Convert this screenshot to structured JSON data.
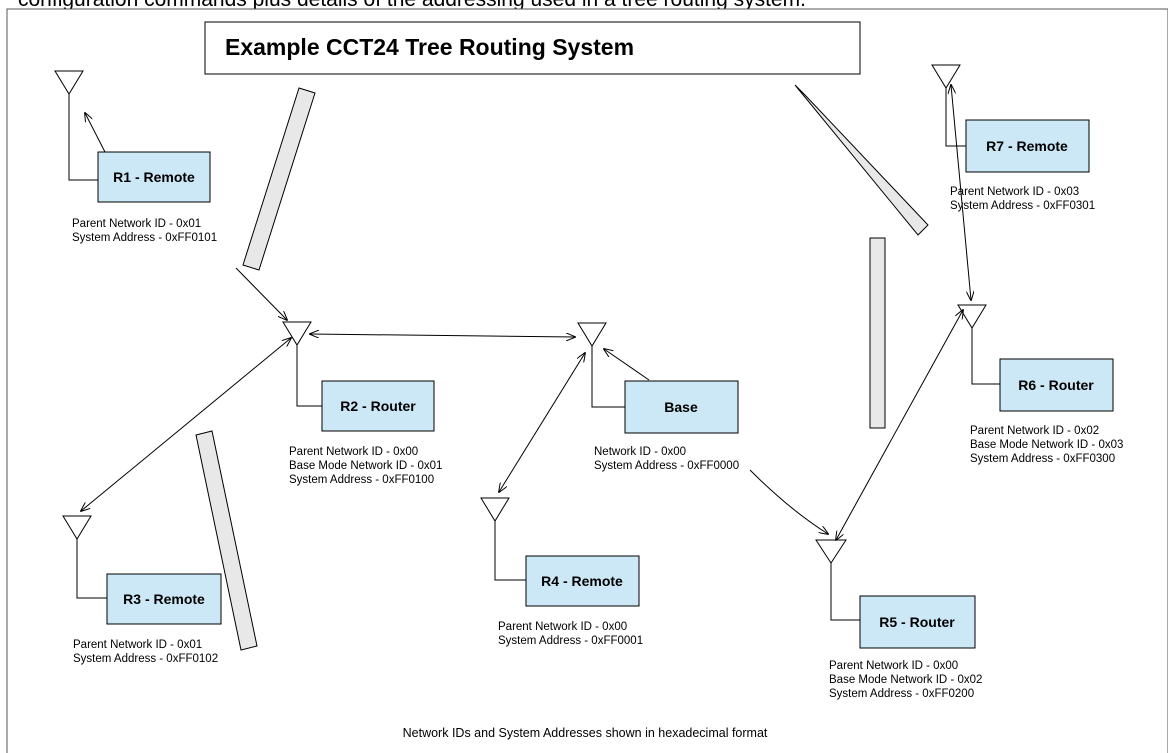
{
  "caption": "configuration commands plus details of the addressing used in a tree routing system.",
  "title": "Example CCT24 Tree Routing System",
  "footer": "Network IDs and System Addresses shown in hexadecimal format",
  "colors": {
    "node_fill": "#cce7f5",
    "node_border": "#000000",
    "wall_fill": "#e8e8e8"
  },
  "nodes": [
    {
      "id": "r1",
      "label": "R1 - Remote",
      "info": [
        "Parent Network ID - 0x01",
        "System Address - 0xFF0101"
      ]
    },
    {
      "id": "r2",
      "label": "R2 - Router",
      "info": [
        "Parent Network ID - 0x00",
        "Base Mode Network ID - 0x01",
        "System Address - 0xFF0100"
      ]
    },
    {
      "id": "r3",
      "label": "R3 - Remote",
      "info": [
        "Parent Network ID - 0x01",
        "System Address - 0xFF0102"
      ]
    },
    {
      "id": "base",
      "label": "Base",
      "info": [
        "Network ID - 0x00",
        "System Address - 0xFF0000"
      ]
    },
    {
      "id": "r4",
      "label": "R4 - Remote",
      "info": [
        "Parent Network ID - 0x00",
        "System Address - 0xFF0001"
      ]
    },
    {
      "id": "r5",
      "label": "R5 - Router",
      "info": [
        "Parent Network ID - 0x00",
        "Base Mode Network ID - 0x02",
        "System Address - 0xFF0200"
      ]
    },
    {
      "id": "r6",
      "label": "R6 - Router",
      "info": [
        "Parent Network ID - 0x02",
        "Base Mode Network ID - 0x03",
        "System Address - 0xFF0300"
      ]
    },
    {
      "id": "r7",
      "label": "R7 - Remote",
      "info": [
        "Parent Network ID - 0x03",
        "System Address - 0xFF0301"
      ]
    }
  ]
}
